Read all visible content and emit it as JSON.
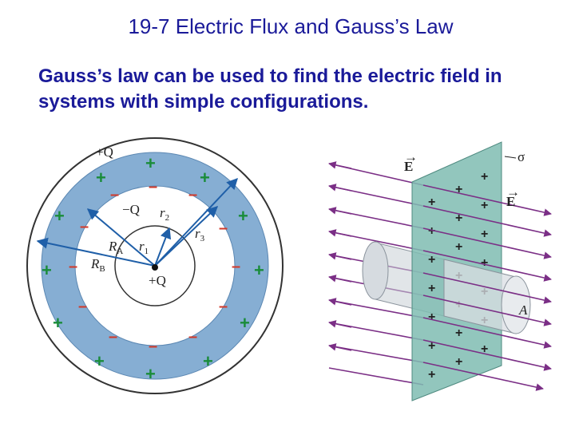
{
  "slide": {
    "title": "19-7 Electric Flux and Gauss’s Law",
    "body": "Gauss’s law can be used to find the electric field in systems with simple configurations."
  },
  "left_figure": {
    "outer_charge": "+Q",
    "shell_inner_charge": "−Q",
    "center_charge": "+Q",
    "r1": "r",
    "r1_sub": "1",
    "r2": "r",
    "r2_sub": "2",
    "r3": "r",
    "r3_sub": "3",
    "RA": "R",
    "RA_sub": "A",
    "RB": "R",
    "RB_sub": "B",
    "colors": {
      "shell": "#86aed3",
      "arrow": "#1f5fa8",
      "plus": "#1a8c3a",
      "minus": "#d23a2a"
    }
  },
  "right_figure": {
    "field_label": "E",
    "field_label_2": "E",
    "sigma": "σ",
    "area": "A",
    "colors": {
      "field_line": "#7b2f86",
      "sheet": "#7fbcb2",
      "cylinder": "#c9cfd6"
    }
  }
}
